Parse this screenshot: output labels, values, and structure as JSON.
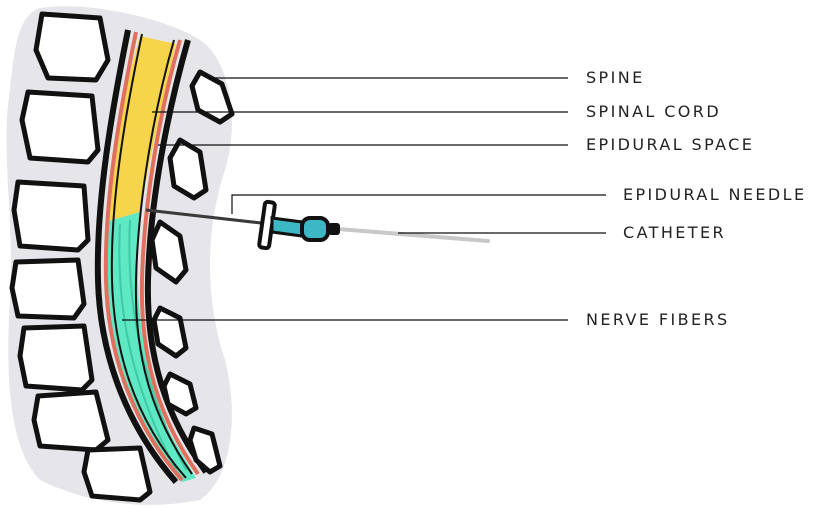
{
  "labels": {
    "spine": "SPINE",
    "spinal_cord": "SPINAL CORD",
    "epidural_space": "EPIDURAL SPACE",
    "epidural_needle": "EPIDURAL NEEDLE",
    "catheter": "CATHETER",
    "nerve_fibers": "NERVE FIBERS"
  },
  "colors": {
    "background_blob": "#e6e6ea",
    "outline": "#111111",
    "dura_line": "#e0705e",
    "spinal_cord": "#f7d54a",
    "nerve_fibers": "#5fe8c4",
    "needle_hub": "#3bb8c4",
    "catheter": "#c8c8c8"
  }
}
